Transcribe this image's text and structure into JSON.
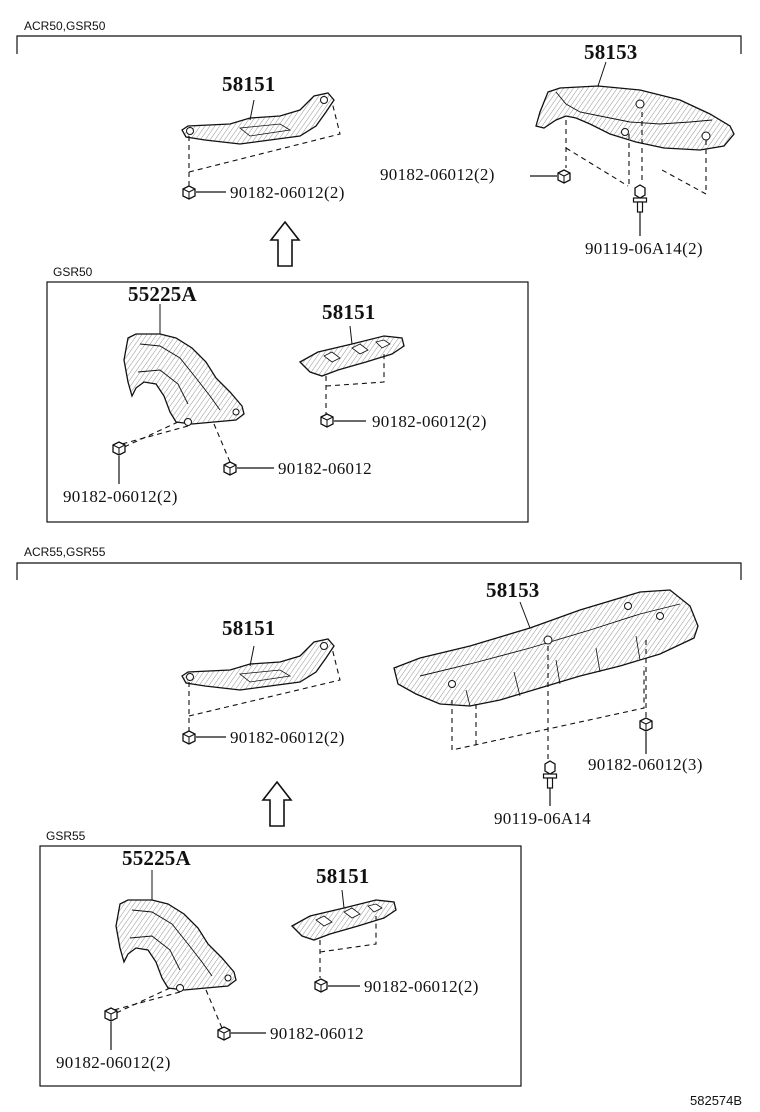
{
  "sections": {
    "top_models": "ACR50,GSR50",
    "top_inset": "GSR50",
    "bottom_models": "ACR55,GSR55",
    "bottom_inset": "GSR55"
  },
  "parts": {
    "top_58151": "58151",
    "top_58153": "58153",
    "top_58151_nut": "90182-06012(2)",
    "top_58153_nut": "90182-06012(2)",
    "top_58153_bolt": "90119-06A14(2)",
    "gsr50_55225a": "55225A",
    "gsr50_58151": "58151",
    "gsr50_58151_nut": "90182-06012(2)",
    "gsr50_55225a_nut_single": "90182-06012",
    "gsr50_55225a_nut_pair": "90182-06012(2)",
    "bottom_58151": "58151",
    "bottom_58153": "58153",
    "bottom_58151_nut": "90182-06012(2)",
    "bottom_58153_nut": "90182-06012(3)",
    "bottom_58153_bolt": "90119-06A14",
    "gsr55_55225a": "55225A",
    "gsr55_58151": "58151",
    "gsr55_58151_nut": "90182-06012(2)",
    "gsr55_55225a_nut_single": "90182-06012",
    "gsr55_55225a_nut_pair": "90182-06012(2)"
  },
  "diagram_code": "582574B"
}
